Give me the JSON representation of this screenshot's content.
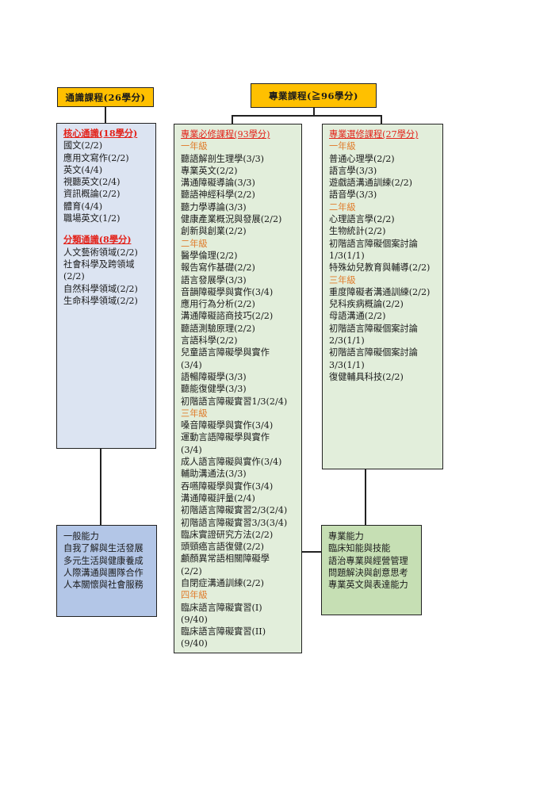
{
  "general": {
    "header": "通識課程(26學分)",
    "core_title": "核心通識(18學分)",
    "core_items": [
      "國文(2/2)",
      "應用文寫作(2/2)",
      "英文(4/4)",
      "視聽英文(2/4)",
      "資訊概論(2/2)",
      "體育(4/4)",
      "職場英文(1/2)"
    ],
    "cat_title": "分類通識(8學分)",
    "cat_items": [
      "人文藝術領域(2/2)",
      "社會科學及跨領域",
      "(2/2)",
      "自然科學領域(2/2)",
      "生命科學領域(2/2)"
    ],
    "ability": [
      "一般能力",
      "自我了解與生活發展",
      "多元生活與健康養成",
      "人際溝通與團隊合作",
      "人本關懷與社會服務"
    ]
  },
  "professional": {
    "header": "專業課程(≧96學分)",
    "required": {
      "title": "專業必修課程(93學分)",
      "years": [
        {
          "label": "一年級",
          "items": [
            "聽語解剖生理學(3/3)",
            "專業英文(2/2)",
            "溝通障礙導論(3/3)",
            "聽語神經科學(2/2)",
            "聽力學導論(3/3)",
            "健康產業概況與發展(2/2)",
            "創新與創業(2/2)"
          ]
        },
        {
          "label": "二年級",
          "items": [
            "醫學倫理(2/2)",
            "報告寫作基礎(2/2)",
            "語言發展學(3/3)",
            "音韻障礙學與實作(3/4)",
            "應用行為分析(2/2)",
            "溝通障礙諮商技巧(2/2)",
            "聽語測驗原理(2/2)",
            "言語科學(2/2)",
            "兒童語言障礙學與實作",
            "(3/4)",
            "語暢障礙學(3/3)",
            "聽能復健學(3/3)",
            "初階語言障礙實習1/3(2/4)"
          ]
        },
        {
          "label": "三年級",
          "items": [
            "嗓音障礙學與實作(3/4)",
            "運動言語障礙學與實作",
            "(3/4)",
            "成人語言障礙與實作(3/4)",
            "輔助溝通法(3/3)",
            "吞嚥障礙學與實作(3/4)",
            "溝通障礙評量(2/4)",
            "初階語言障礙實習2/3(2/4)",
            "初階語言障礙實習3/3(3/4)",
            "臨床實證研究方法(2/2)",
            "頭頸癌言語復健(2/2)",
            "顱顏異常語相關障礙學",
            "(2/2)",
            "自閉症溝通訓練(2/2)"
          ]
        },
        {
          "label": "四年級",
          "items": [
            "臨床語言障礙實習(I)",
            "(9/40)",
            "臨床語言障礙實習(II)",
            "(9/40)"
          ]
        }
      ]
    },
    "elective": {
      "title": "專業選修課程(27學分)",
      "years": [
        {
          "label": "一年級",
          "items": [
            "普通心理學(2/2)",
            "語言學(3/3)",
            "遊戲語溝通訓練(2/2)",
            "語音學(3/3)"
          ]
        },
        {
          "label": "二年級",
          "items": [
            "心理語言學(2/2)",
            "生物統計(2/2)",
            "初階語言障礙個案討論",
            "1/3(1/1)",
            "特殊幼兒教育與輔導(2/2)"
          ]
        },
        {
          "label": "三年級",
          "items": [
            "重度障礙者溝通訓練(2/2)",
            "兒科疾病概論(2/2)",
            "母語溝通(2/2)",
            "初階語言障礙個案討論",
            "2/3(1/1)",
            "初階語言障礙個案討論",
            "3/3(1/1)",
            "復健輔具科技(2/2)"
          ]
        }
      ]
    },
    "ability": [
      "專業能力",
      "臨床知能與技能",
      "語治專業與經營管理",
      "問題解決與創意思考",
      "專業英文與表達能力"
    ]
  }
}
